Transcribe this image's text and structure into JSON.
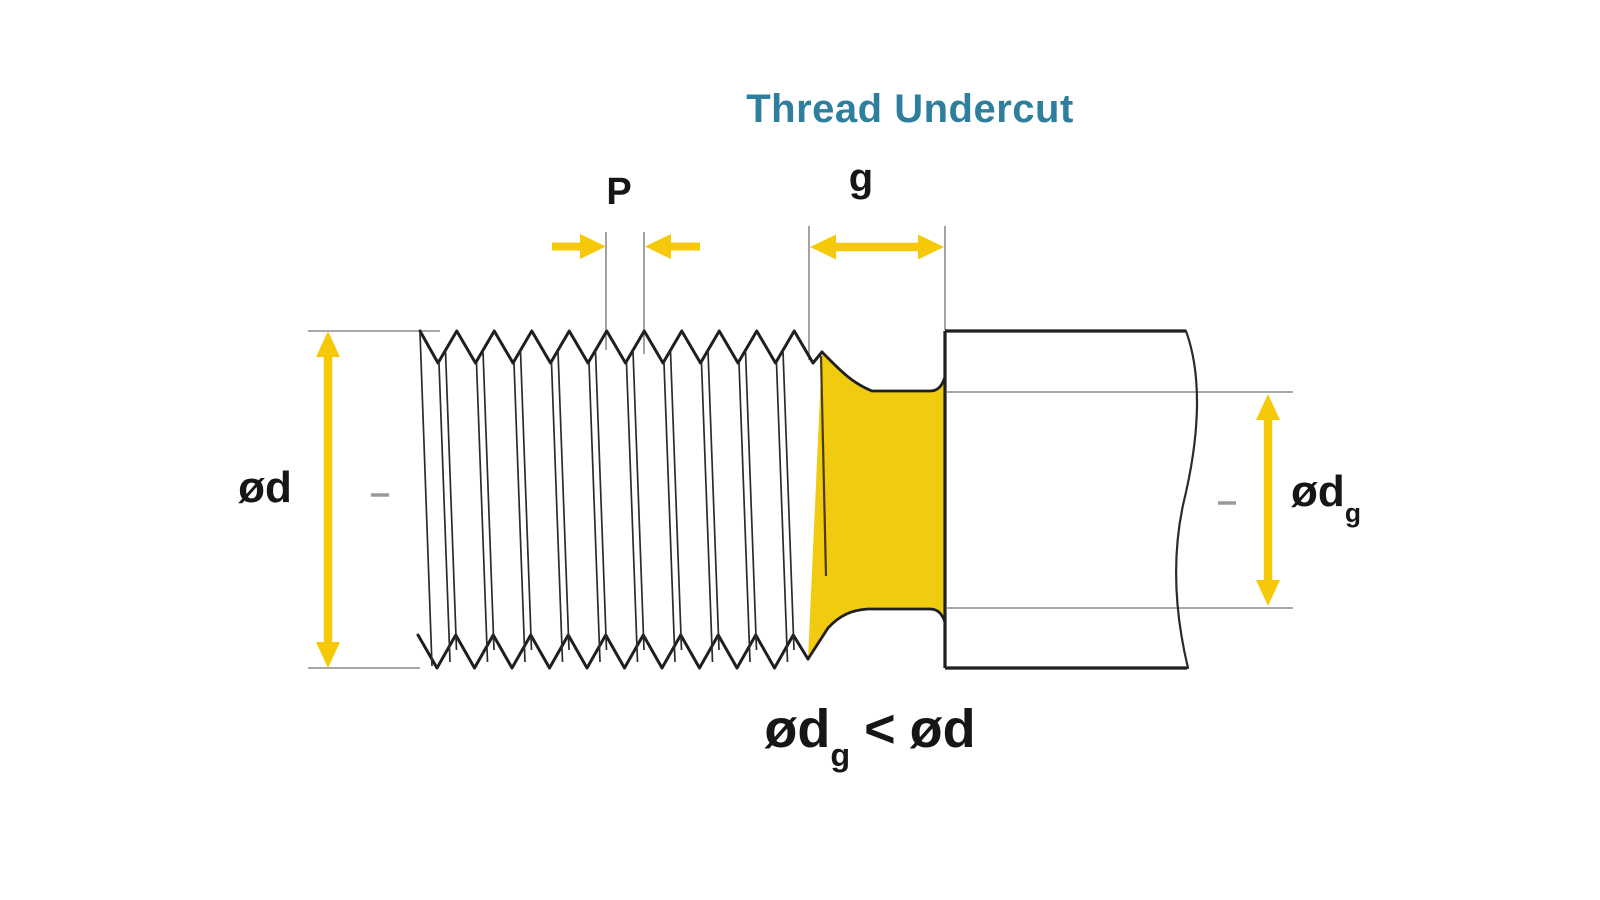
{
  "title": {
    "text": "Thread Undercut",
    "color": "#2E7F9D"
  },
  "labels": {
    "pitch": "P",
    "groove_width": "g",
    "major_diameter": {
      "base": "ød"
    },
    "groove_diameter": {
      "base": "ød",
      "sub": "g"
    }
  },
  "formula": {
    "lhs_base": "ød",
    "lhs_sub": "g",
    "operator": "<",
    "rhs_base": "ød"
  },
  "colors": {
    "highlight_yellow": "#F0CB10",
    "arrow_yellow": "#F5C908",
    "outline_black": "#1F1F1F",
    "thread_line": "#2B2B2B",
    "extension_gray": "#8C8C8C",
    "runout_brown": "#4A3C08",
    "title_teal": "#2E7F9D"
  }
}
